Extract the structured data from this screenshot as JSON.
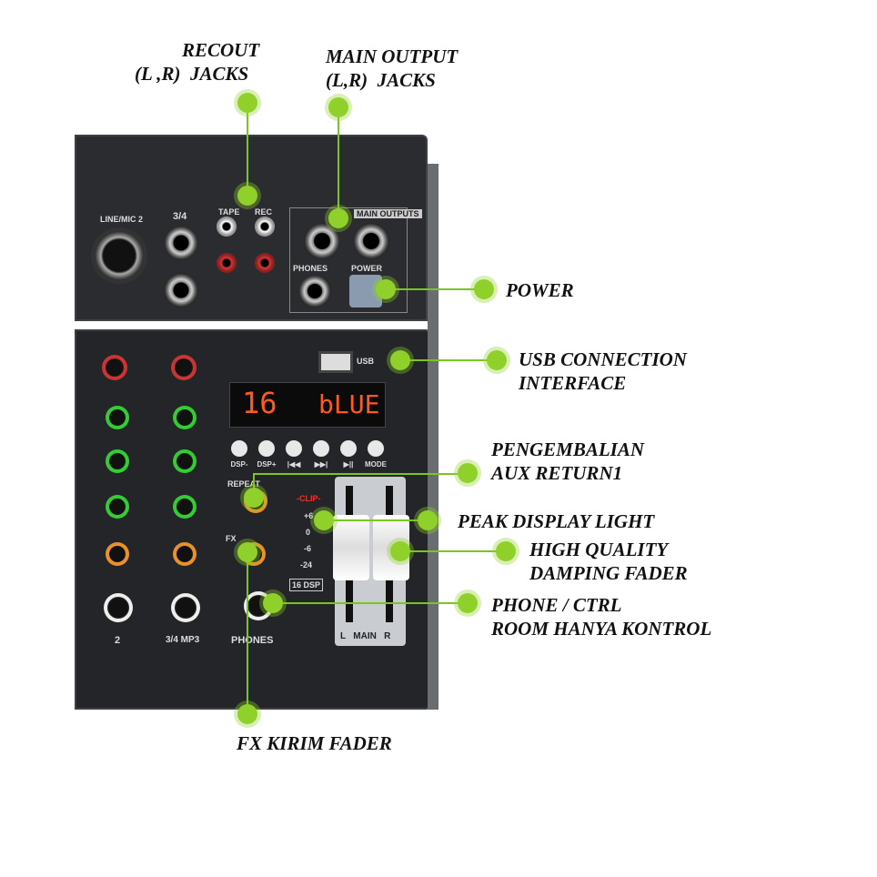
{
  "callouts": {
    "recout": [
      "RECOUT",
      "(L ,R)  JACKS"
    ],
    "main_output": [
      "MAIN OUTPUT",
      "(L,R)  JACKS"
    ],
    "power": "POWER",
    "usb": [
      "USB CONNECTION",
      "INTERFACE"
    ],
    "aux": [
      "PENGEMBALIAN",
      "AUX RETURN1"
    ],
    "peak": "PEAK DISPLAY LIGHT",
    "fader": [
      "HIGH QUALITY",
      "DAMPING FADER"
    ],
    "phone": [
      "PHONE / CTRL",
      "ROOM HANYA KONTROL"
    ],
    "fx": "FX KIRIM FADER"
  },
  "mixer": {
    "display_left": "16",
    "display_right": "bLUE",
    "buttons": [
      "DSP-",
      "DSP+",
      "|◀◀",
      "▶▶|",
      "▶||",
      "MODE"
    ],
    "panel_labels": {
      "main_outputs": "MAIN OUTPUTS",
      "phones": "PHONES",
      "power": "POWER",
      "tape": "TAPE",
      "rec": "REC",
      "line_mic": "LINE/MIC 2",
      "ch34": "3/4",
      "repeat": "REPEAT",
      "fx": "FX",
      "phones_knob": "PHONES",
      "main": "L   MAIN   R",
      "clip": "-CLIP-",
      "levels": [
        "+6",
        "0",
        "-6",
        "-24"
      ],
      "dsp": "16 DSP",
      "ch2": "2",
      "ch34mp3": "3/4 MP3",
      "usb": "USB"
    }
  },
  "colors": {
    "accent": "#8fd12a",
    "display": "#ff5a1f"
  }
}
